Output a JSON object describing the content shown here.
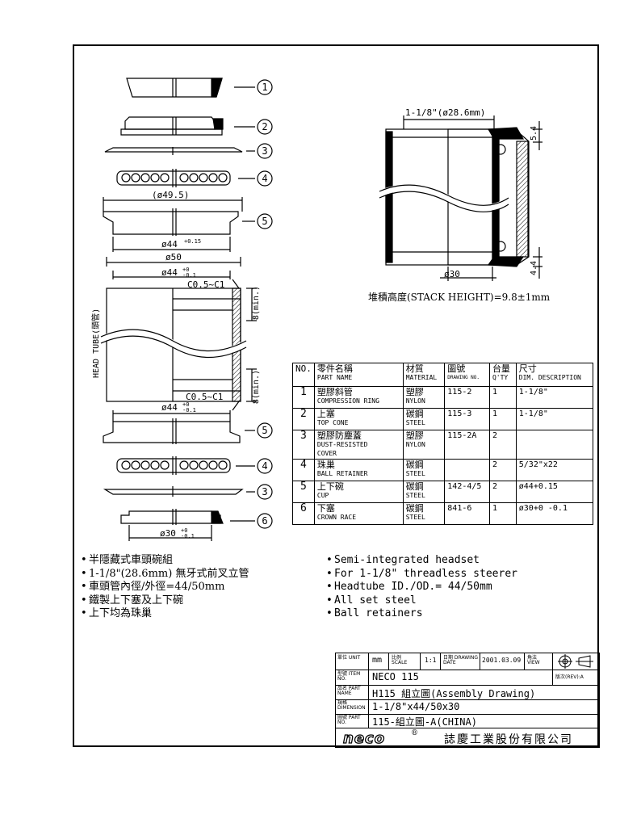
{
  "callouts": [
    "1",
    "2",
    "3",
    "4",
    "5",
    "5",
    "4",
    "3",
    "6"
  ],
  "dims": {
    "d49_5": "(ø49.5)",
    "d44_top": "ø44",
    "d44_top_tol": "+0.15",
    "d50": "ø50",
    "d44_ht": "ø44",
    "d44_ht_tol_p": "+0",
    "d44_ht_tol_m": "-0.1",
    "c05_top": "C0.5~C1",
    "c05_bot": "C0.5~C1",
    "min8_top": "8(min.)",
    "min8_bot": "8(min.)",
    "d44_bot": "ø44",
    "d44_bot_tol_p": "+0",
    "d44_bot_tol_m": "-0.1",
    "d30_bot": "ø30",
    "d30_tol_p": "+0",
    "d30_tol_m": "-0.1",
    "head_tube_label": "HEAD TUBE(頭管)",
    "steerer": "1-1/8\"(ø28.6mm)",
    "d30_right": "ø30",
    "d54": "5.4",
    "d44v": "4.4",
    "stack_height": "堆積高度(STACK HEIGHT)=9.8±1mm"
  },
  "table": {
    "headers": [
      {
        "zh": "NO.",
        "en": ""
      },
      {
        "zh": "零件名稱",
        "en": "PART NAME"
      },
      {
        "zh": "材質",
        "en": "MATERIAL"
      },
      {
        "zh": "圖號",
        "en": "DRAWING NO."
      },
      {
        "zh": "台量",
        "en": "Q'TY"
      },
      {
        "zh": "尺寸",
        "en": "DIM. DESCRIPTION"
      }
    ],
    "rows": [
      {
        "no": "1",
        "name_zh": "塑膠斜管",
        "name_en": "COMPRESSION RING",
        "mat_zh": "塑膠",
        "mat_en": "NYLON",
        "dwg": "115-2",
        "qty": "1",
        "dim": "1-1/8\""
      },
      {
        "no": "2",
        "name_zh": "上塞",
        "name_en": "TOP CONE",
        "mat_zh": "碳鋼",
        "mat_en": "STEEL",
        "dwg": "115-3",
        "qty": "1",
        "dim": "1-1/8\""
      },
      {
        "no": "3",
        "name_zh": "塑膠防塵蓋",
        "name_en": "DUST-RESISTED COVER",
        "mat_zh": "塑膠",
        "mat_en": "NYLON",
        "dwg": "115-2A",
        "qty": "2",
        "dim": ""
      },
      {
        "no": "4",
        "name_zh": "珠巢",
        "name_en": "BALL RETAINER",
        "mat_zh": "碳鋼",
        "mat_en": "STEEL",
        "dwg": "",
        "qty": "2",
        "dim": "5/32\"x22"
      },
      {
        "no": "5",
        "name_zh": "上下碗",
        "name_en": "CUP",
        "mat_zh": "碳鋼",
        "mat_en": "STEEL",
        "dwg": "142-4/5",
        "qty": "2",
        "dim": "ø44+0.15"
      },
      {
        "no": "6",
        "name_zh": "下塞",
        "name_en": "CROWN RACE",
        "mat_zh": "碳鋼",
        "mat_en": "STEEL",
        "dwg": "841-6",
        "qty": "1",
        "dim": "ø30+0 -0.1"
      }
    ]
  },
  "notes_zh": [
    "半隱藏式車頭碗組",
    "1-1/8\"(28.6mm) 無牙式前叉立管",
    "車頭管內徑/外徑=44/50mm",
    "鐵製上下塞及上下碗",
    "上下均為珠巢"
  ],
  "notes_en": [
    "Semi-integrated headset",
    "For 1-1/8\" threadless steerer",
    "Headtube ID./OD.= 44/50mm",
    "All set steel",
    "Ball retainers"
  ],
  "title_block": {
    "unit_label": "單位 UNIT",
    "unit": "mm",
    "scale_label": "比例 SCALE",
    "scale": "1:1",
    "date_label": "日期 DRAWING DATE",
    "date": "2001.03.09",
    "view_label": "角法 VIEW",
    "item_label": "型號 ITEM NO.",
    "item": "NECO 115",
    "rev_label": "版次(REV):A",
    "part_label": "品名 PART NAME",
    "part": "H115 組立圖(Assembly Drawing)",
    "dim_label": "規格 DIMENSION",
    "dim": "1-1/8\"x44/50x30",
    "partno_label": "圖號 PART NO.",
    "partno": "115-組立圖-A(CHINA)",
    "logo": "neco",
    "company": "誌慶工業股份有限公司"
  }
}
